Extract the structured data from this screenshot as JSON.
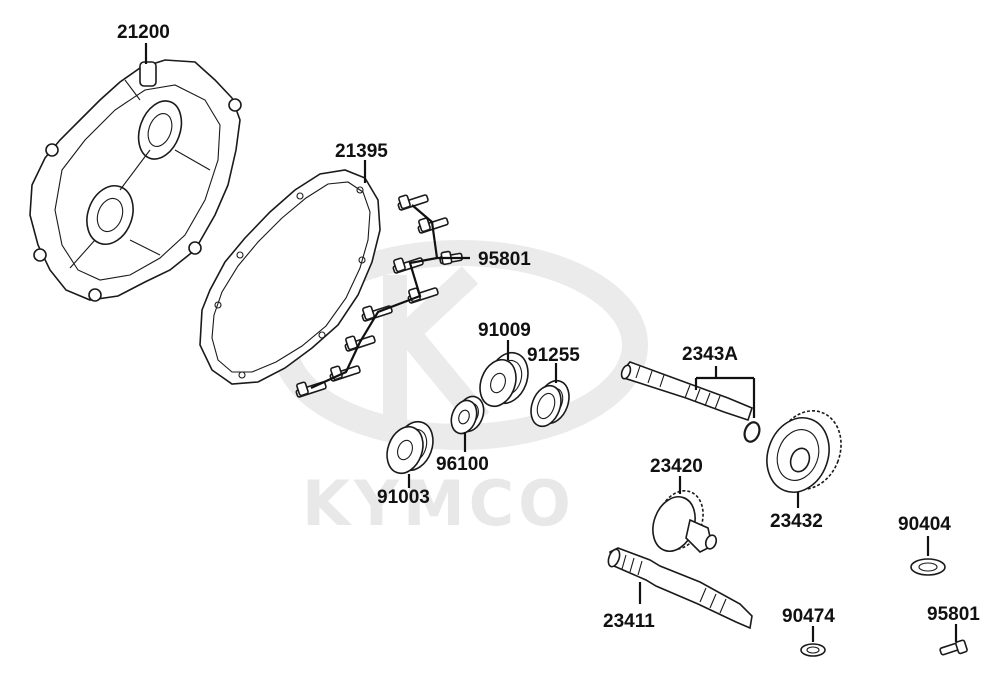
{
  "watermark": {
    "brand": "KYMCO"
  },
  "labels": {
    "cover": "21200",
    "gasket": "21395",
    "bolt_group": "95801",
    "bearing_a": "91009",
    "oil_seal": "91255",
    "bearing_b": "96100",
    "bearing_c": "91003",
    "drive_shaft_kit": "2343A",
    "gear_a": "23420",
    "gear_b": "23432",
    "final_shaft": "23411",
    "washer_a": "90404",
    "washer_b": "90474",
    "bolt_single": "95801"
  }
}
